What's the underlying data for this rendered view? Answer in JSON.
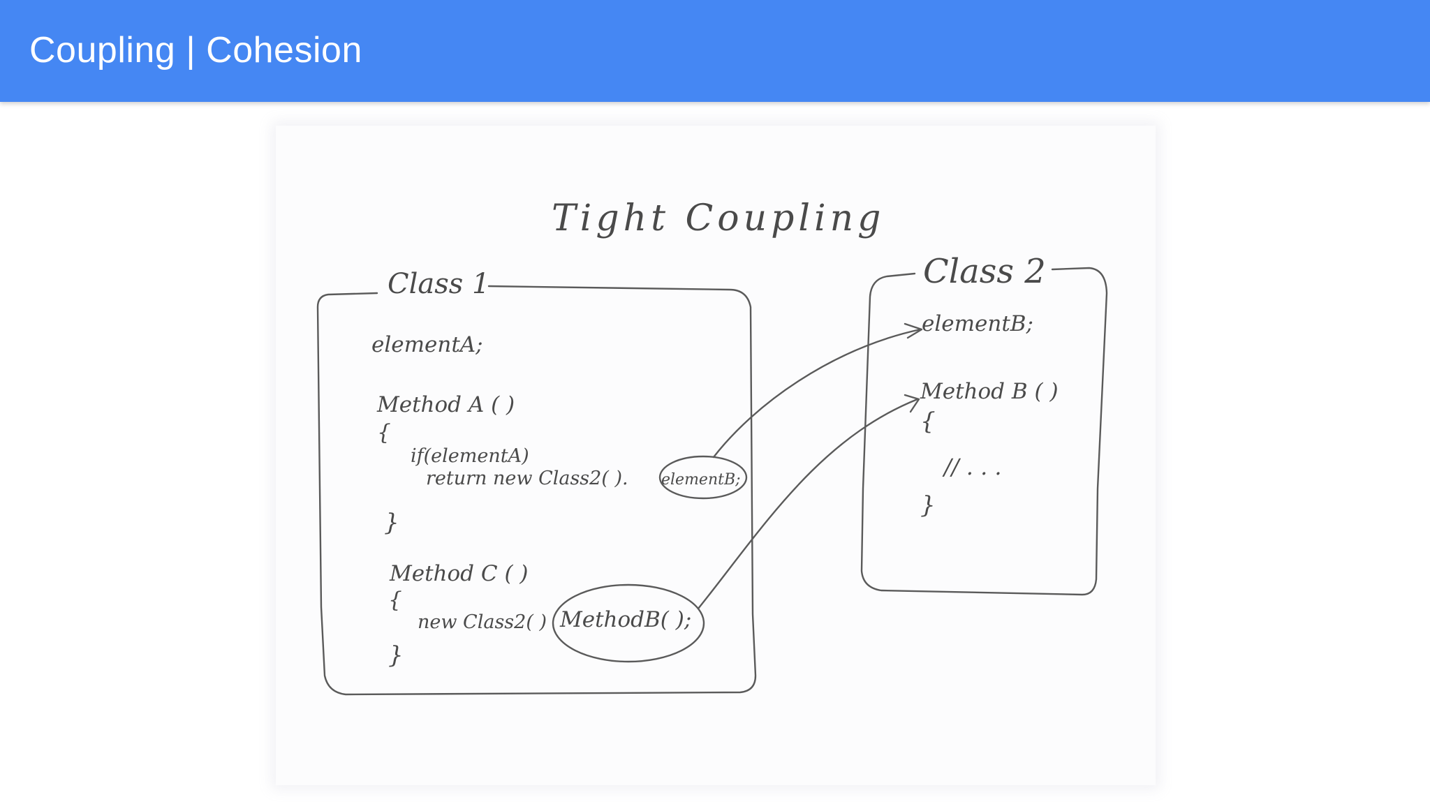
{
  "header": {
    "title": "Coupling | Cohesion"
  },
  "diagram": {
    "title": "Tight Coupling",
    "class1": {
      "label": "Class 1",
      "element": "elementA;",
      "method_a_sig": "Method A ( )",
      "open_brace_a": "{",
      "if_line": "if(elementA)",
      "return_prefix": "return new Class2( ).",
      "return_target": "elementB;",
      "close_brace_a": "}",
      "method_c_sig": "Method C ( )",
      "open_brace_c": "{",
      "new_prefix": "new Class2( )",
      "new_target": "MethodB( );",
      "close_brace_c": "}"
    },
    "class2": {
      "label": "Class 2",
      "element": "elementB;",
      "method_b_sig": "Method B ( )",
      "open_brace_b": "{",
      "comment": "// . . .",
      "close_brace_b": "}"
    }
  },
  "colors": {
    "header_bg": "#4587f3",
    "header_text": "#ffffff",
    "ink": "#5a5a5a"
  }
}
